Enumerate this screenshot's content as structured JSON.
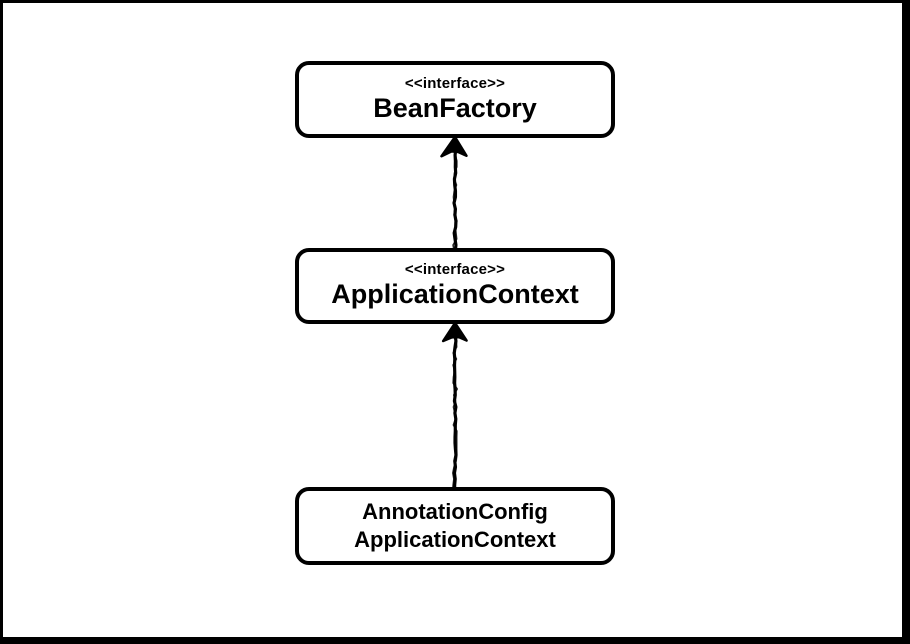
{
  "diagram": {
    "type": "uml-class-hierarchy",
    "nodes": [
      {
        "id": "bean-factory",
        "stereotype": "<<interface>>",
        "name": "BeanFactory"
      },
      {
        "id": "application-context",
        "stereotype": "<<interface>>",
        "name": "ApplicationContext"
      },
      {
        "id": "annotation-config-application-context",
        "stereotype": "",
        "name": "AnnotationConfig\nApplicationContext"
      }
    ],
    "edges": [
      {
        "from": "application-context",
        "to": "bean-factory",
        "type": "extends"
      },
      {
        "from": "annotation-config-application-context",
        "to": "bean-factory-parent",
        "parent": "application-context",
        "type": "extends"
      }
    ]
  },
  "colors": {
    "ink": "#000000",
    "background": "#ffffff"
  }
}
